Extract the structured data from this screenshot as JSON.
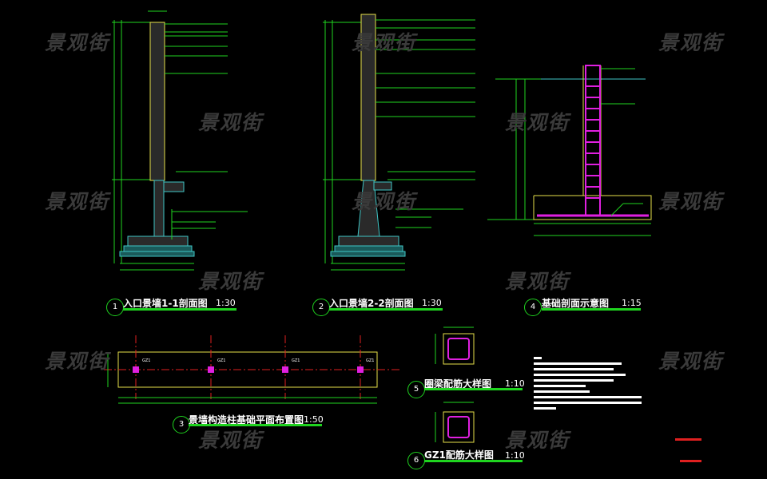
{
  "watermark": "景观街",
  "drawings": [
    {
      "number": "1",
      "title": "入口景墙1-1剖面图",
      "scale": "1:30"
    },
    {
      "number": "2",
      "title": "入口景墙2-2剖面图",
      "scale": "1:30"
    },
    {
      "number": "3",
      "title": "景墙构造柱基础平面布置图",
      "scale": "1:50"
    },
    {
      "number": "4",
      "title": "基础剖面示意图",
      "scale": "1:15"
    },
    {
      "number": "5",
      "title": "圈梁配筋大样图",
      "scale": "1:10"
    },
    {
      "number": "6",
      "title": "GZ1配筋大样图",
      "scale": "1:10"
    }
  ],
  "plan_labels": [
    "GZ1",
    "GZ1",
    "GZ1",
    "GZ1"
  ],
  "colors": {
    "background": "#000000",
    "dim": "#1fd41f",
    "outline": "#e6e04a",
    "rebar": "#e020e0",
    "axis": "#e02020",
    "fill": "#3fc6c6"
  }
}
